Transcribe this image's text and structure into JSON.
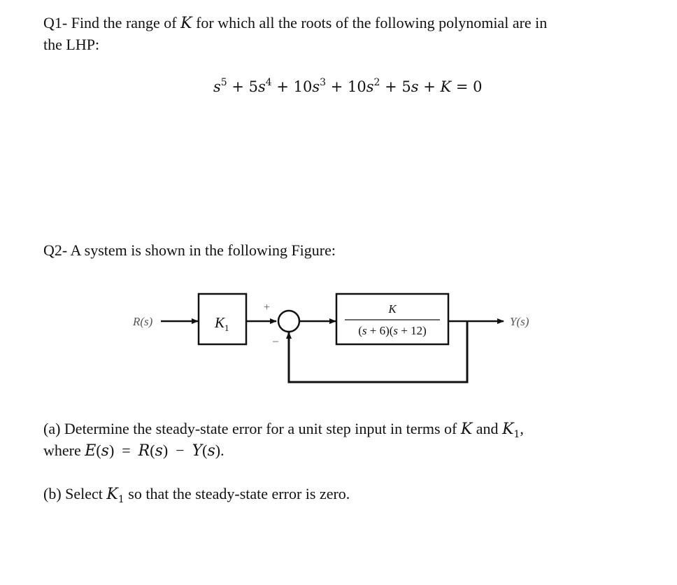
{
  "q1": {
    "line1": "Q1- Find the range of K for which all the roots of the following polynomial are in",
    "line2": "the LHP:",
    "equation": "s5 + 5s4 + 10s3 + 10s2 + 5s + K = 0"
  },
  "q2": {
    "intro": "Q2- A system is shown in the following Figure:",
    "diagram": {
      "input": "R(s)",
      "gain": "K1",
      "sum_plus": "+",
      "sum_minus": "–",
      "tf_num": "K",
      "tf_den": "(s + 6)(s + 12)",
      "output": "Y(s)"
    },
    "part_a_line1": "(a) Determine the steady-state error for a unit step input in terms of K and K1,",
    "part_a_line2": "where E(s) = R(s) − Y(s).",
    "part_b": "(b) Select K1 so that the steady-state error is zero."
  }
}
